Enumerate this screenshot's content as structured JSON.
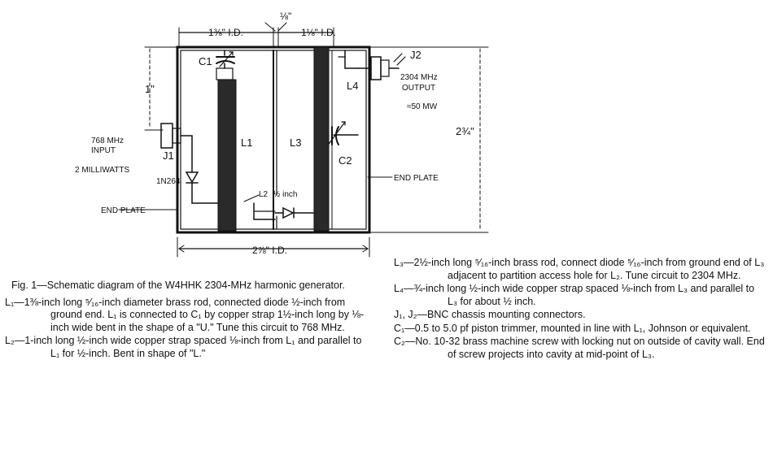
{
  "diagram": {
    "labels": {
      "c1": "C1",
      "c2": "C2",
      "l1": "L1",
      "l2": "L2",
      "l3": "L3",
      "l4": "L4",
      "j1": "J1",
      "j2": "J2",
      "diode": "1N264",
      "dim_top_left": "1⅜\" I.D.",
      "dim_top_mid": "⅛\"",
      "dim_top_right": "1⅛\" I.D.",
      "dim_left": "1\"",
      "dim_bottom": "2⅞\" I.D.",
      "dim_right": "2¾\"",
      "l2_length": "½ inch",
      "input_line1": "768 MHz",
      "input_line2": "INPUT",
      "input_line3": "2 MILLIWATTS",
      "output_line1": "2304 MHz",
      "output_line2": "OUTPUT",
      "output_line3": "≈50 MW",
      "end_plate_left": "END PLATE",
      "end_plate_right": "END PLATE"
    }
  },
  "caption": {
    "figure_title": "Fig. 1—Schematic diagram of the W4HHK 2304-MHz harmonic generator.",
    "items": [
      {
        "key": "L₁—",
        "text": "1⅜-inch long ⁵⁄₁₆-inch diameter brass rod, connected diode ½-inch from ground end. L₁ is connected to C₁ by copper strap 1½-inch long by ⅛-inch wide bent in the shape of a \"U.\" Tune this circuit to 768 MHz."
      },
      {
        "key": "L₂—",
        "text": "1-inch long ½-inch wide copper strap spaced ⅛-inch from L₁ and parallel to L₁ for ½-inch. Bent in shape of \"L.\""
      },
      {
        "key": "L₃—",
        "text": "2½-inch long ⁵⁄₁₆-inch brass rod, connect diode ⁵⁄₁₆-inch from ground end of L₃ adjacent to partition access hole for L₂. Tune circuit to 2304 MHz."
      },
      {
        "key": "L₄—",
        "text": "¾-inch long ½-inch wide copper strap spaced ⅛-inch from L₃ and parallel to L₃ for about ½ inch."
      },
      {
        "key": "J₁, J₂—",
        "text": "BNC chassis mounting connectors."
      },
      {
        "key": "C₁—",
        "text": "0.5 to 5.0 pf piston trimmer, mounted in line with L₁, Johnson or equivalent."
      },
      {
        "key": "C₂—",
        "text": "No. 10-32 brass machine screw with locking nut on outside of cavity wall. End of screw projects into cavity at mid-point of L₃."
      }
    ]
  }
}
